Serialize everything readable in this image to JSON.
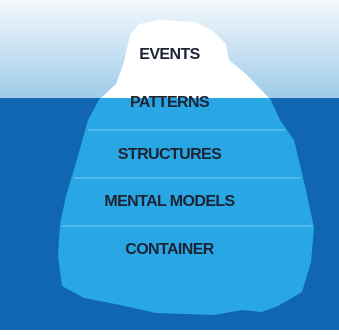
{
  "diagram": {
    "levels": [
      {
        "label": "EVENTS",
        "zone": "above-water"
      },
      {
        "label": "PATTERNS",
        "zone": "waterline"
      },
      {
        "label": "STRUCTURES",
        "zone": "underwater"
      },
      {
        "label": "MENTAL MODELS",
        "zone": "underwater"
      },
      {
        "label": "CONTAINER",
        "zone": "underwater"
      }
    ]
  },
  "colors": {
    "sky_top": "#f4f9fd",
    "sky_bottom": "#9fcbe9",
    "ocean": "#1066b0",
    "ocean_deep": "#0d5aa0",
    "iceberg_above": "#ffffff",
    "iceberg_below": "#29a6e4",
    "band_line": "#5cc0ee",
    "text": "#1d2333"
  }
}
